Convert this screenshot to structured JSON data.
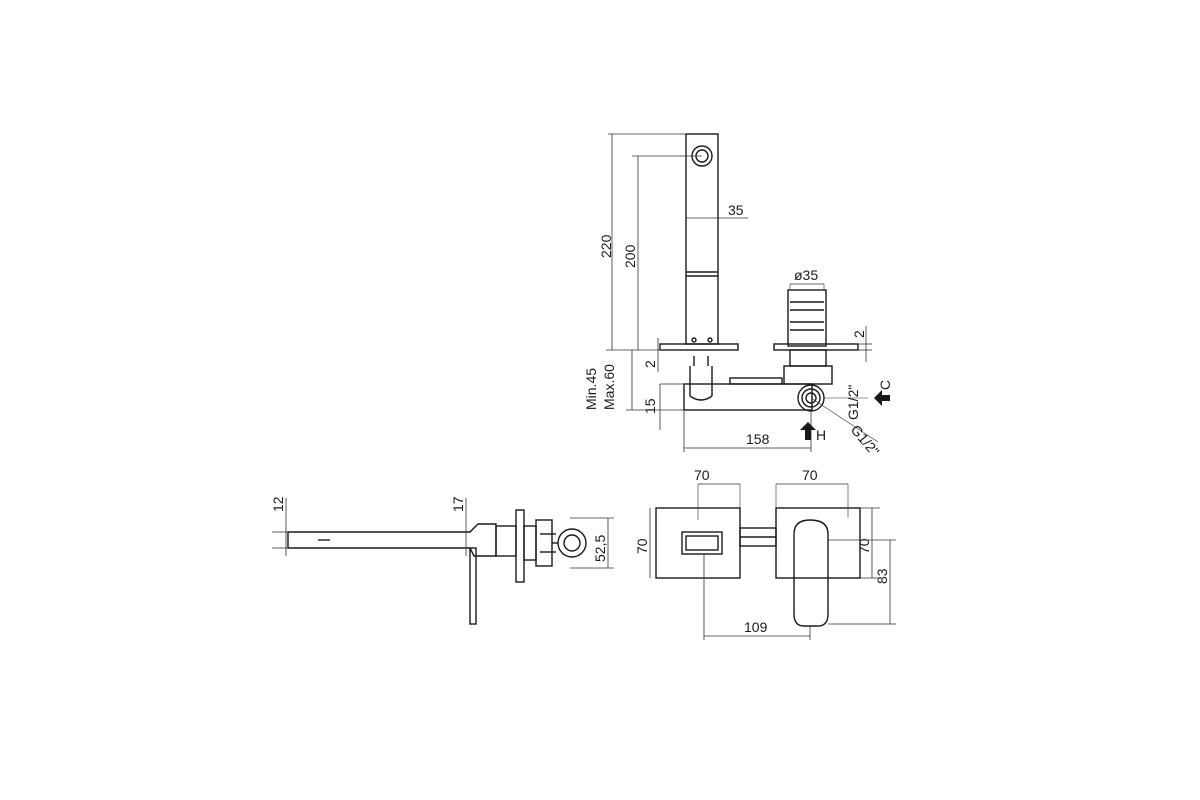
{
  "top_view": {
    "dim_220": "220",
    "dim_200": "200",
    "dim_35": "35",
    "dim_diameter_35": "ø35",
    "dim_2_left": "2",
    "dim_2_right": "2",
    "dim_min": "Min.45",
    "dim_max": "Max.60",
    "dim_15": "15",
    "dim_158": "158",
    "thread_top": "G1/2\"",
    "thread_bottom": "G1/2\"",
    "inlet_hot": "H",
    "inlet_cold": "C"
  },
  "side_view": {
    "dim_12": "12",
    "dim_17": "17",
    "dim_52_5": "52,5"
  },
  "front_view": {
    "dim_70_left_width": "70",
    "dim_70_right_width": "70",
    "dim_70_left_height": "70",
    "dim_70_right_height": "70",
    "dim_83": "83",
    "dim_109": "109"
  }
}
